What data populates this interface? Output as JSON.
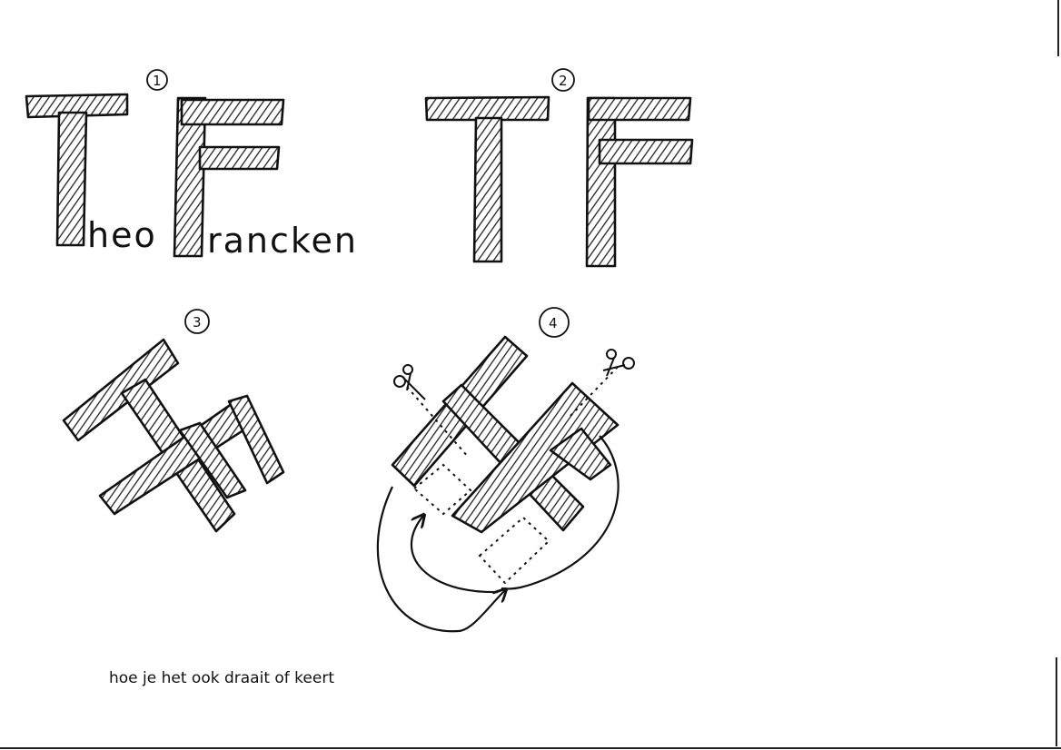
{
  "sketch1": {
    "number": "1",
    "word1": "heo",
    "word2": "rancken"
  },
  "sketch2": {
    "number": "2"
  },
  "sketch3": {
    "number": "3"
  },
  "sketch4": {
    "number": "4"
  },
  "caption": "hoe je het ook draait of keert"
}
